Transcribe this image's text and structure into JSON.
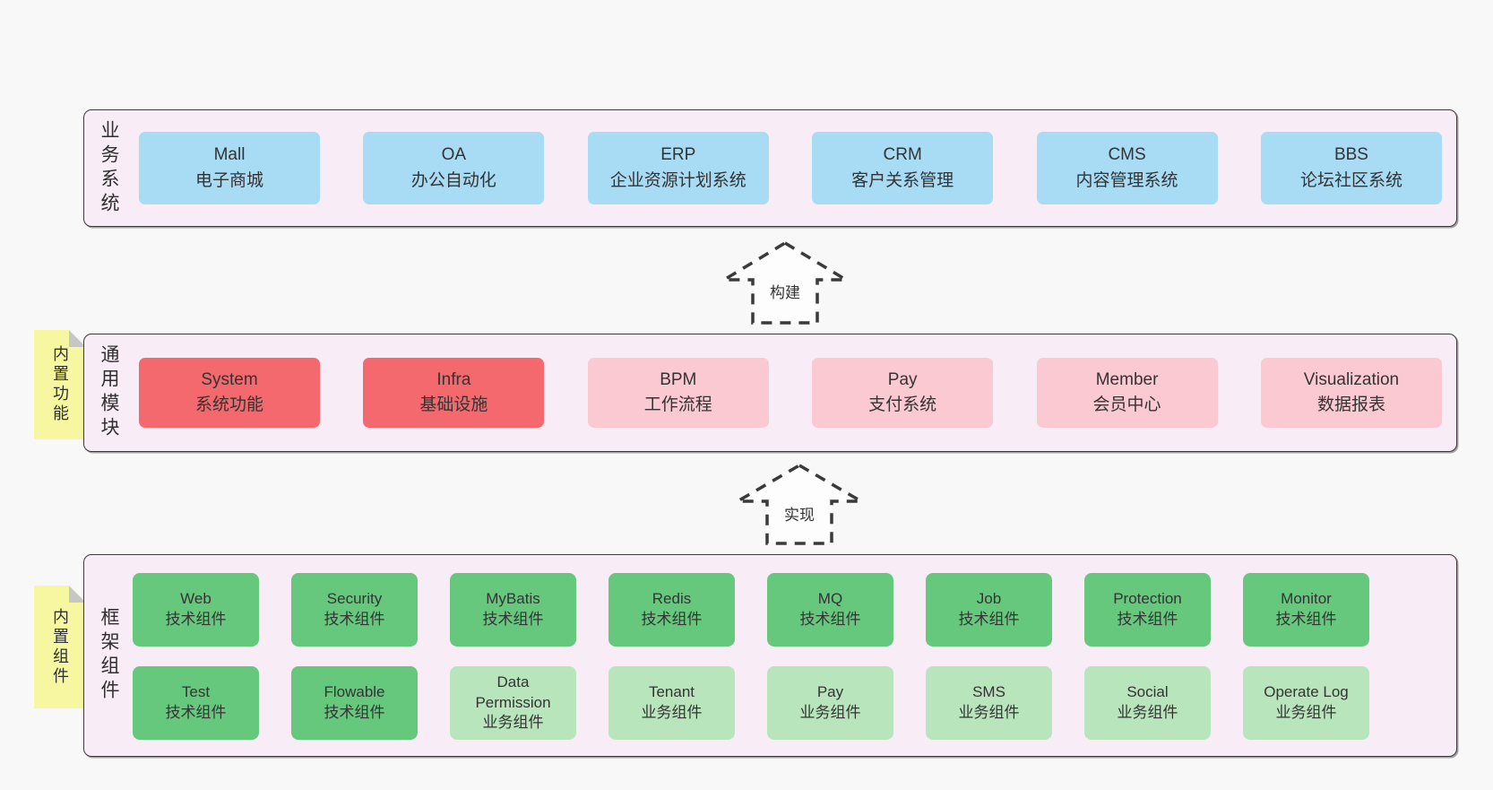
{
  "diagram": {
    "colors": {
      "page_bg": "#f8f8f8",
      "band_bg": "#f8ecf6",
      "blue_box": "#a8dbf4",
      "red_box": "#f3696e",
      "pink_box": "#fac9d2",
      "green_box": "#66c87d",
      "light_green_box": "#b8e5bc",
      "sticky_yellow": "#f7f7a1"
    },
    "arrows": [
      {
        "label": "构建"
      },
      {
        "label": "实现"
      }
    ],
    "bands": [
      {
        "label": "业务系统",
        "boxes": [
          {
            "name": "Mall",
            "desc": "电子商城"
          },
          {
            "name": "OA",
            "desc": "办公自动化"
          },
          {
            "name": "ERP",
            "desc": "企业资源计划系统"
          },
          {
            "name": "CRM",
            "desc": "客户关系管理"
          },
          {
            "name": "CMS",
            "desc": "内容管理系统"
          },
          {
            "name": "BBS",
            "desc": "论坛社区系统"
          }
        ]
      },
      {
        "label": "通用模块",
        "sticky_note": "内置功能",
        "boxes": [
          {
            "name": "System",
            "desc": "系统功能"
          },
          {
            "name": "Infra",
            "desc": "基础设施"
          },
          {
            "name": "BPM",
            "desc": "工作流程"
          },
          {
            "name": "Pay",
            "desc": "支付系统"
          },
          {
            "name": "Member",
            "desc": "会员中心"
          },
          {
            "name": "Visualization",
            "desc": "数据报表"
          }
        ]
      },
      {
        "label": "框架组件",
        "sticky_note": "内置组件",
        "rows": [
          {
            "boxes": [
              {
                "name": "Web",
                "desc": "技术组件"
              },
              {
                "name": "Security",
                "desc": "技术组件"
              },
              {
                "name": "MyBatis",
                "desc": "技术组件"
              },
              {
                "name": "Redis",
                "desc": "技术组件"
              },
              {
                "name": "MQ",
                "desc": "技术组件"
              },
              {
                "name": "Job",
                "desc": "技术组件"
              },
              {
                "name": "Protection",
                "desc": "技术组件"
              },
              {
                "name": "Monitor",
                "desc": "技术组件"
              }
            ]
          },
          {
            "boxes": [
              {
                "name": "Test",
                "desc": "技术组件"
              },
              {
                "name": "Flowable",
                "desc": "技术组件"
              },
              {
                "name": "Data Permission",
                "desc": "业务组件"
              },
              {
                "name": "Tenant",
                "desc": "业务组件"
              },
              {
                "name": "Pay",
                "desc": "业务组件"
              },
              {
                "name": "SMS",
                "desc": "业务组件"
              },
              {
                "name": "Social",
                "desc": "业务组件"
              },
              {
                "name": "Operate Log",
                "desc": "业务组件"
              }
            ]
          }
        ]
      }
    ]
  }
}
